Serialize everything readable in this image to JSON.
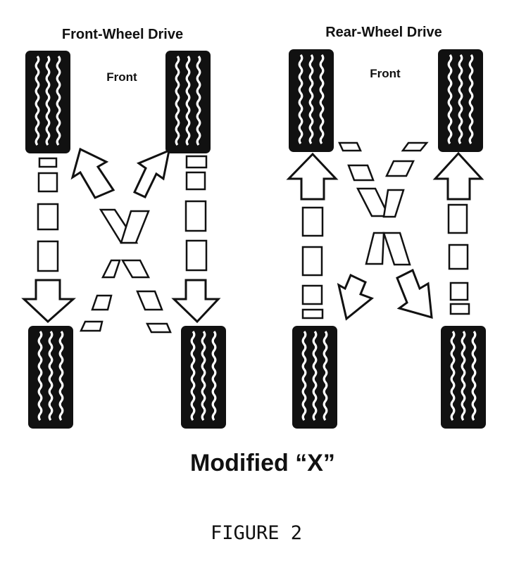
{
  "diagrams": [
    {
      "title": "Front-Wheel Drive",
      "front_label": "Front"
    },
    {
      "title": "Rear-Wheel Drive",
      "front_label": "Front"
    }
  ],
  "caption": "Modified “X”",
  "figure_label": "FIGURE 2"
}
